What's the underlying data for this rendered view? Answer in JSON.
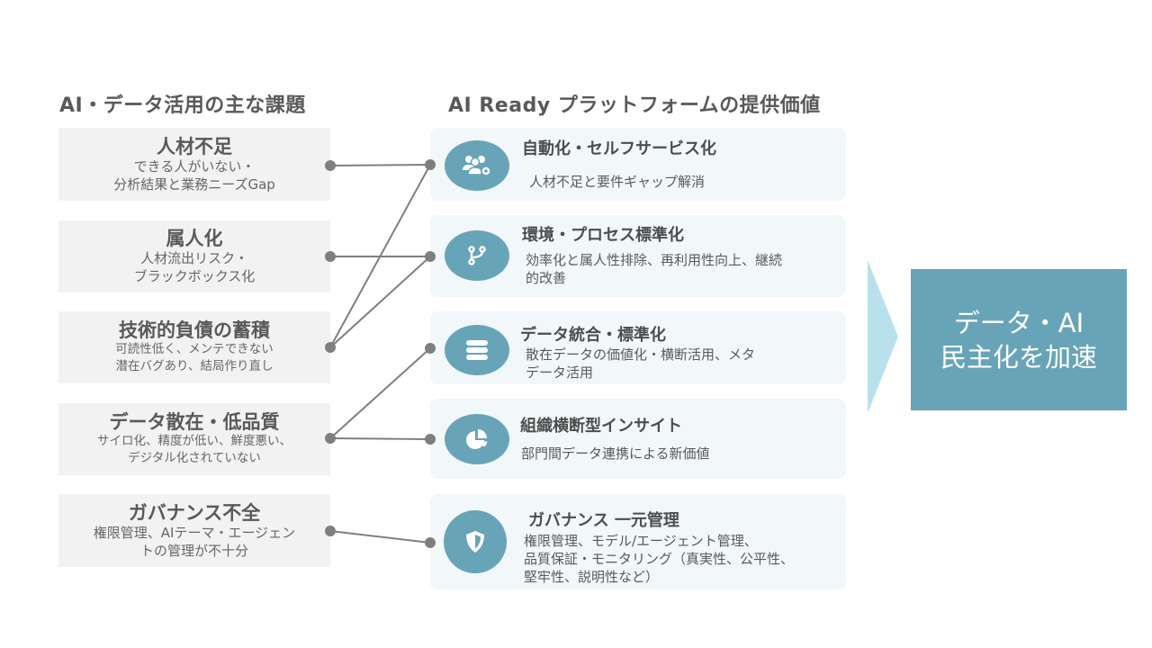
{
  "headings": {
    "left": "AI・データ活用の主な課題",
    "right": "AI Ready プラットフォームの提供価値"
  },
  "issues": [
    {
      "title": "人材不足",
      "desc": "できる人がいない・\n分析結果と業務ニーズGap"
    },
    {
      "title": "属人化",
      "desc": "人材流出リスク・\nブラックボックス化"
    },
    {
      "title": "技術的負債の蓄積",
      "desc": "可読性低く、メンテできない\n潜在バグあり、結局作り直し"
    },
    {
      "title": "データ散在・低品質",
      "desc": "サイロ化、精度が低い、鮮度悪い、\nデジタル化されていない"
    },
    {
      "title": "ガバナンス不全",
      "desc": "権限管理、AIテーマ・エージェン\nトの管理が不十分"
    }
  ],
  "values": [
    {
      "title": "自動化・セルフサービス化",
      "desc": "人材不足と要件ギャップ解消",
      "icon": "users-gear-icon"
    },
    {
      "title": "環境・プロセス標準化",
      "desc": "効率化と属人性排除、再利用性向上、継続\n的改善",
      "icon": "git-branch-icon"
    },
    {
      "title": "データ統合・標準化",
      "desc": "散在データの価値化・横断活用、メタ\nデータ活用",
      "icon": "database-icon"
    },
    {
      "title": "組織横断型インサイト",
      "desc": "部門間データ連携による新価値",
      "icon": "pie-chart-icon"
    },
    {
      "title": "ガバナンス 一元管理",
      "desc": "権限管理、モデル/エージェント管理、\n品質保証・モニタリング（真実性、公平性、\n堅牢性、説明性など）",
      "icon": "shield-icon"
    }
  ],
  "connections": [
    {
      "from": "人材不足",
      "to": "自動化・セルフサービス化"
    },
    {
      "from": "属人化",
      "to": "環境・プロセス標準化"
    },
    {
      "from": "技術的負債の蓄積",
      "to": "自動化・セルフサービス化"
    },
    {
      "from": "技術的負債の蓄積",
      "to": "環境・プロセス標準化"
    },
    {
      "from": "データ散在・低品質",
      "to": "データ統合・標準化"
    },
    {
      "from": "データ散在・低品質",
      "to": "組織横断型インサイト"
    },
    {
      "from": "ガバナンス不全",
      "to": "ガバナンス 一元管理"
    }
  ],
  "result": {
    "line1": "データ・AI",
    "line2": "民主化を加速"
  },
  "colors": {
    "accent": "#68a4b7",
    "chevron": "#b9e1ec",
    "issue_bg": "#f2f2f2",
    "card_bg": "#f2f7fa",
    "connector": "#7f7f7f"
  }
}
